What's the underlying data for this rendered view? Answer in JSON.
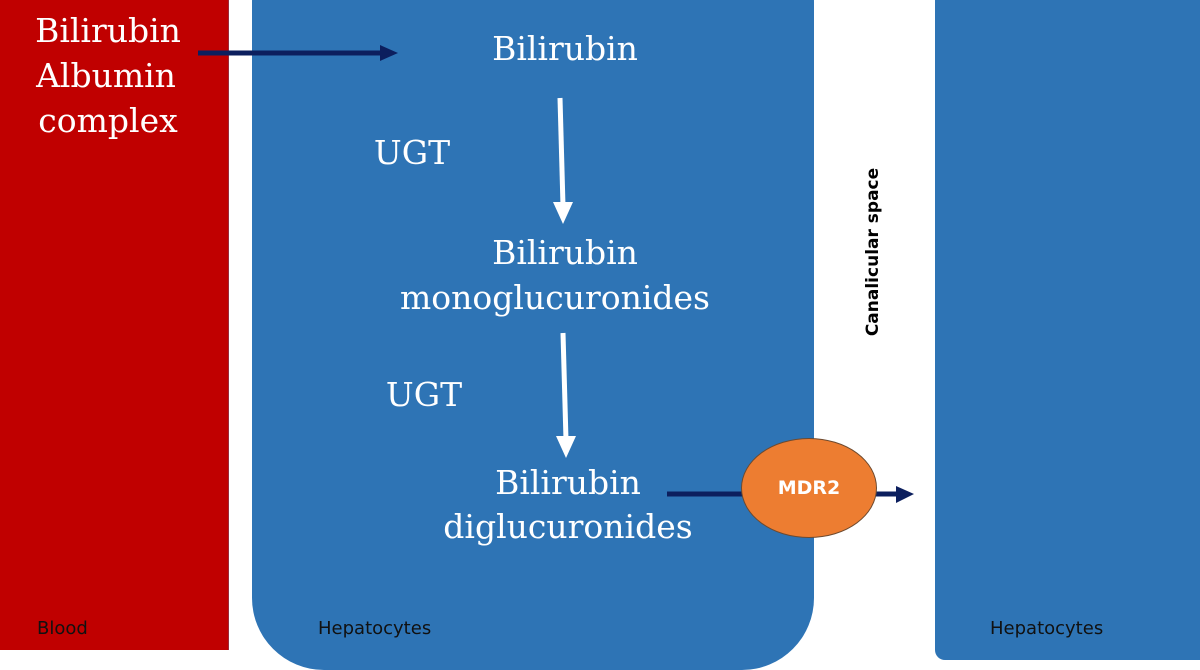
{
  "colors": {
    "blood": "#c00000",
    "hepatocyte": "#2e74b5",
    "transporter": "#ed7d31",
    "arrow_dark": "#0c1f5e",
    "arrow_light": "#ffffff"
  },
  "blood": {
    "complex_lines": [
      "Bilirubin",
      "Albumin",
      "complex"
    ],
    "label": "Blood"
  },
  "hepatocyte_center": {
    "label": "Hepatocytes",
    "bilirubin": "Bilirubin",
    "enzyme1": "UGT",
    "mono_lines": [
      "Bilirubin",
      "monoglucuronides"
    ],
    "enzyme2": "UGT",
    "di_lines": [
      "Bilirubin",
      "diglucuronides"
    ]
  },
  "transporter": {
    "label": "MDR2"
  },
  "canalicular": {
    "label": "Canalicular space"
  },
  "hepatocyte_right": {
    "label": "Hepatocytes"
  }
}
